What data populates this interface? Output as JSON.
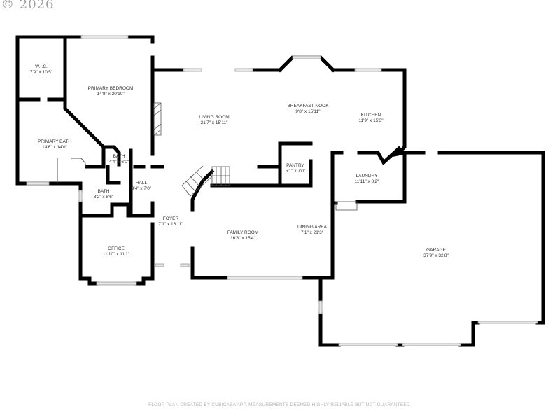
{
  "copyright": "© 2026",
  "footer": "FLOOR PLAN CREATED BY CUBICASA APP. MEASUREMENTS DEEMED HIGHLY RELIABLE BUT NOT GUARANTEED.",
  "colors": {
    "wall": "#000000",
    "window": "#cccccc",
    "text": "#333333",
    "footer": "#b5b5b5"
  },
  "rooms": [
    {
      "name": "W.I.C.",
      "dim": "7'9\" x 10'5\""
    },
    {
      "name": "PRIMARY BEDROOM",
      "dim": "14'8\" x 20'10\""
    },
    {
      "name": "PRIMARY BATH",
      "dim": "14'6\" x 14'0\""
    },
    {
      "name": "BATH",
      "dim": "4'4\" x 6'0\""
    },
    {
      "name": "HALL",
      "dim": "3'4\" x 7'0\""
    },
    {
      "name": "BATH",
      "dim": "8'2\" x 8'6\""
    },
    {
      "name": "OFFICE",
      "dim": "11'10\" x 11'1\""
    },
    {
      "name": "FOYER",
      "dim": "7'1\" x 16'11\""
    },
    {
      "name": "LIVING ROOM",
      "dim": "21'7\" x 15'11\""
    },
    {
      "name": "BREAKFAST NOOK",
      "dim": "9'8\" x 15'11\""
    },
    {
      "name": "KITCHEN",
      "dim": "11'9\" x 15'3\""
    },
    {
      "name": "PANTRY",
      "dim": "5'1\" x 7'0\""
    },
    {
      "name": "LAUNDRY",
      "dim": "11'11\" x 8'2\""
    },
    {
      "name": "FAMILY ROOM",
      "dim": "16'8\" x 15'4\""
    },
    {
      "name": "DINING AREA",
      "dim": "7'1\" x 21'3\""
    },
    {
      "name": "GARAGE",
      "dim": "37'9\" x 32'8\""
    }
  ]
}
